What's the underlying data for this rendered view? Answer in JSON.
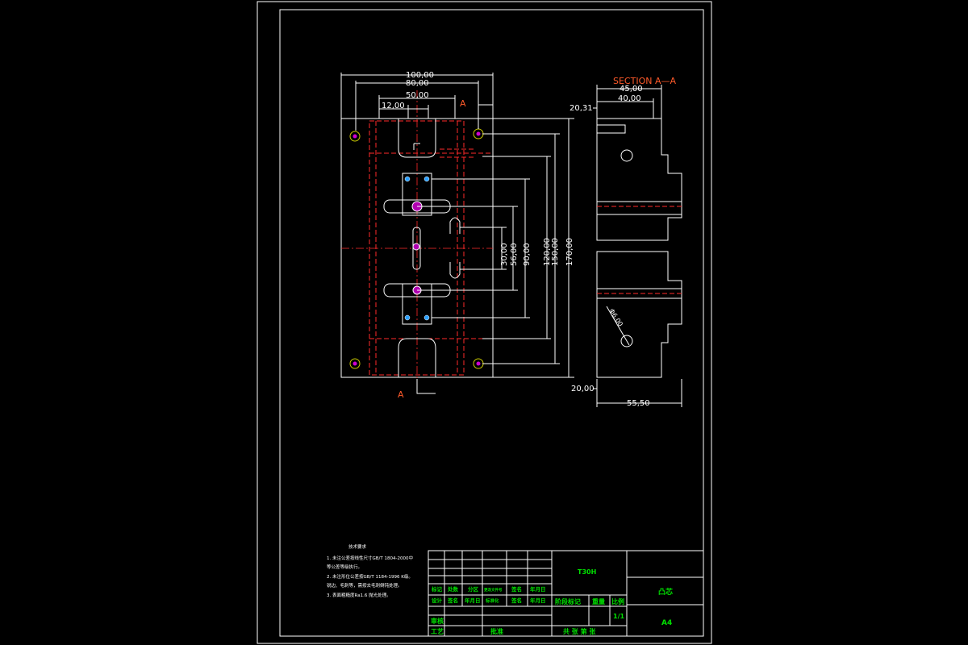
{
  "drawing": {
    "front_view": {
      "dimensions": {
        "d100": "100,00",
        "d80": "80,00",
        "d50": "50,00",
        "d12": "12,00",
        "d30": "30,00",
        "d56": "56,00",
        "d90": "90,00",
        "d120": "120,00",
        "d150": "150,00",
        "d170": "170,00"
      },
      "section_mark_top": "A",
      "section_mark_bottom": "A"
    },
    "section_view": {
      "title": "SECTION  A—A",
      "dimensions": {
        "d45": "45,00",
        "d40": "40,00",
        "d20_31": "20,31",
        "d20": "20,00",
        "d55_5": "55,50",
        "d_diag": "Φ6,00"
      }
    },
    "technical_notes": {
      "heading": "技术要求",
      "lines": [
        "1. 未注公差按线性尺寸GB/T 1804-2000中",
        "   等公差等级执行。",
        "2. 未注形位公差按GB/T 1184-1996 K级。",
        "   锐边、毛刺等，需按去毛刺倒钝处理。",
        "3. 表面粗糙度Ra1.6 抛光处理。"
      ]
    },
    "title_block": {
      "material": "T30H",
      "part_name": "凸芯",
      "scale": "1/1",
      "sheet_size": "A4",
      "row_labels_1": [
        "标记",
        "处数",
        "分区",
        "更改文件号",
        "签名",
        "年月日"
      ],
      "row_labels_2": [
        "设计",
        "签名",
        "年月日",
        "标准化",
        "签名",
        "年月日"
      ],
      "stage_headers": [
        "阶段标记",
        "重量",
        "比例"
      ],
      "review": "审核",
      "process": "工艺",
      "approve": "批准",
      "sheet_info": "共   张   第   张"
    }
  }
}
